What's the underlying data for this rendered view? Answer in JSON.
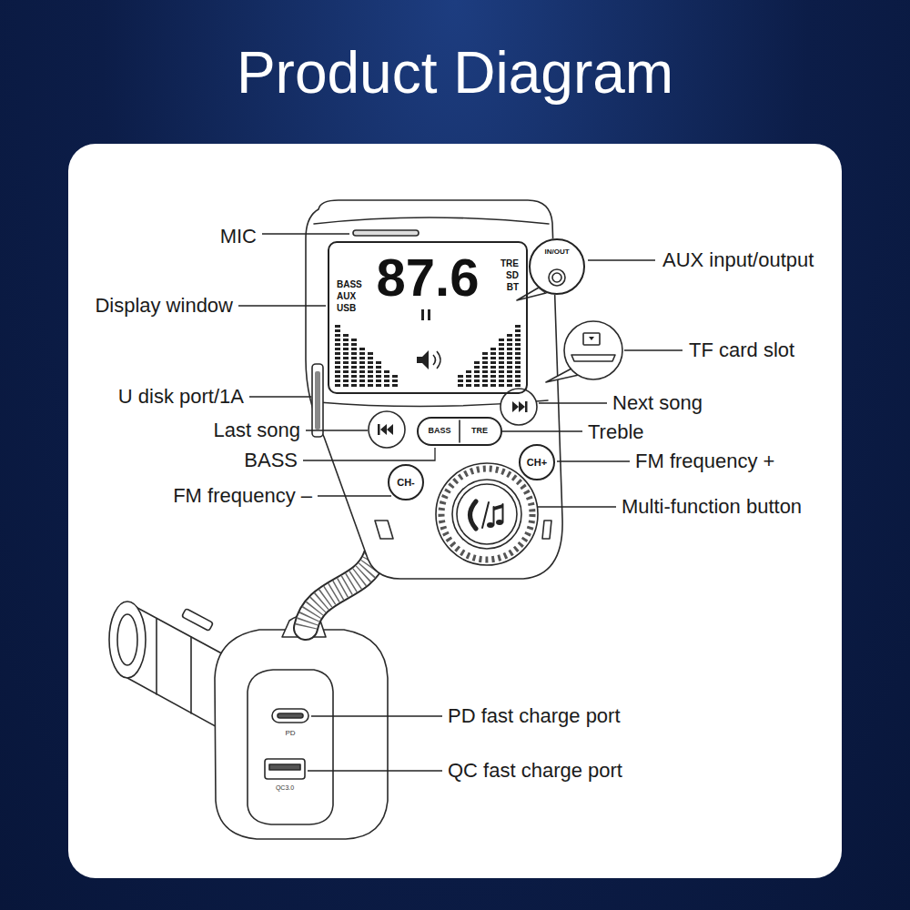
{
  "diagram": {
    "title": "Product Diagram",
    "nodes": [
      {
        "text": [
          "BASS",
          "AUX",
          "USB",
          "87.6",
          "TRE",
          "SD",
          "BT"
        ]
      },
      {
        "text": [
          "BASS",
          "TRE"
        ]
      },
      {
        "text": [
          "CH-"
        ]
      },
      {
        "text": [
          "CH+"
        ]
      },
      {
        "text": [
          "IN/OUT"
        ]
      }
    ],
    "labels": [
      "MIC",
      "AUX input/output",
      "Display window",
      "TF card slot",
      "U disk port/1A",
      "Next song",
      "Last song",
      "Treble",
      "BASS",
      "FM frequency +",
      "FM frequency –",
      "Multi-function button",
      "PD fast charge port",
      "QC fast charge port",
      "PD",
      "QC3.0"
    ]
  }
}
